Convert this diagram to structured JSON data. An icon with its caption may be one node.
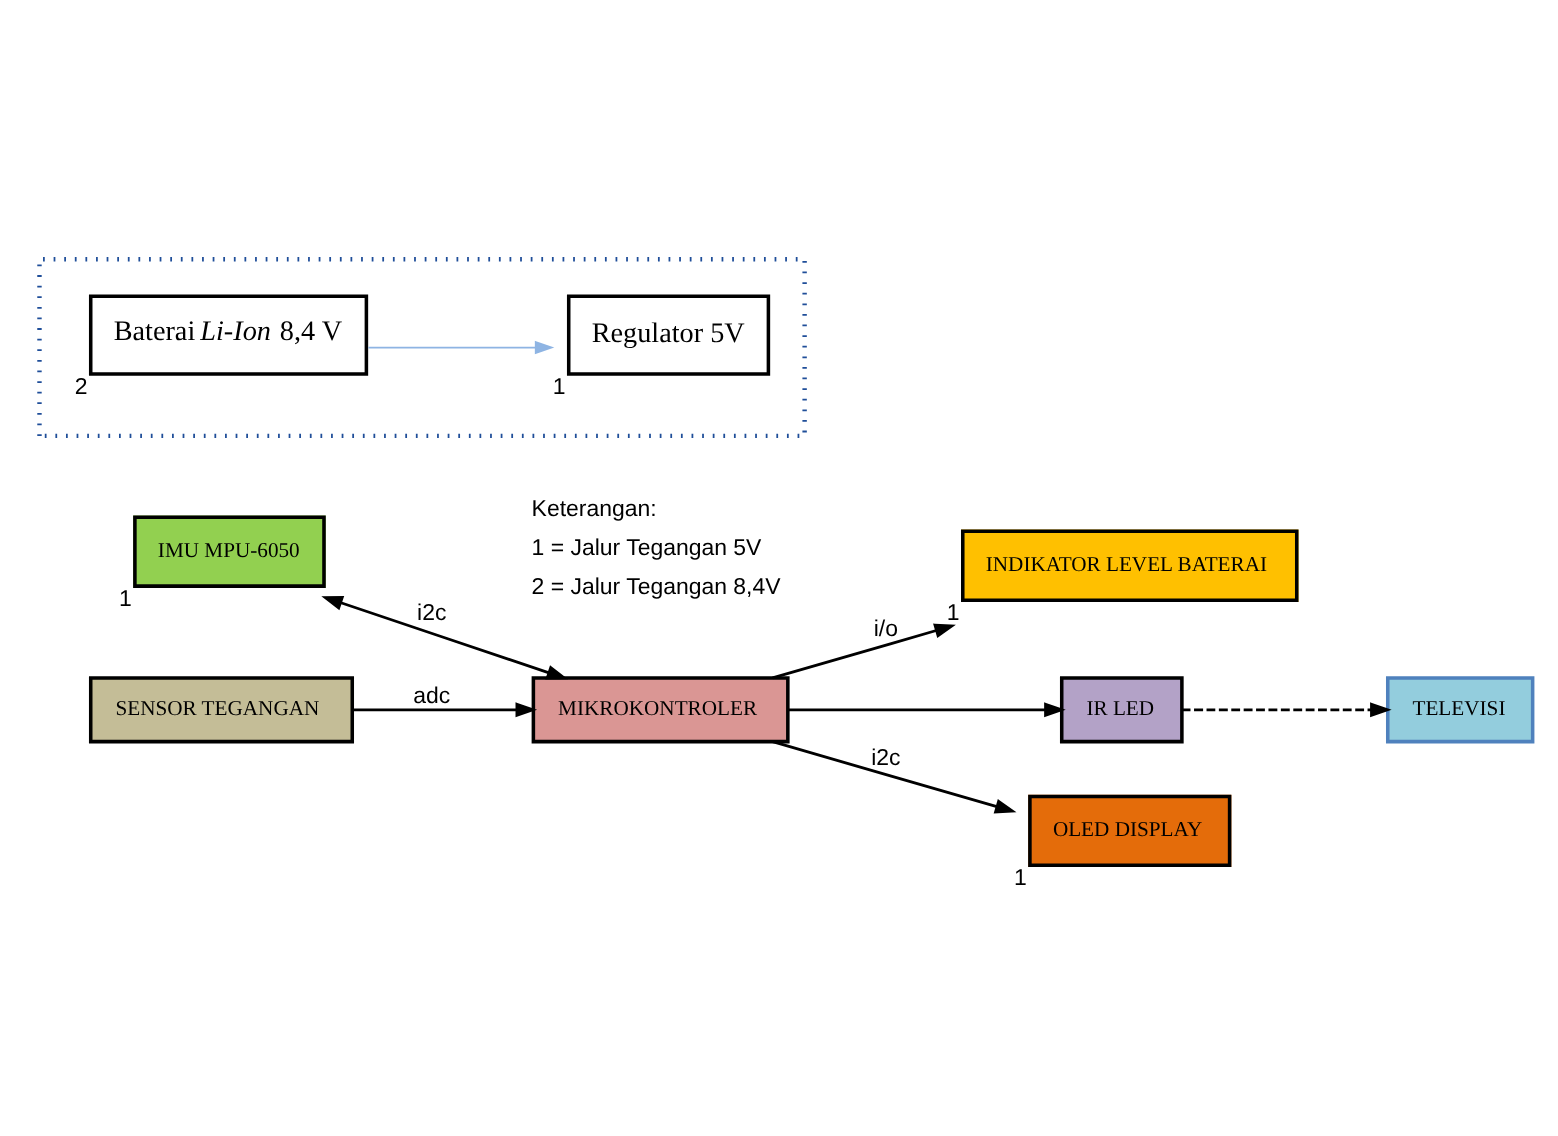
{
  "diagram": {
    "nodes": [
      {
        "text": [
          "IMU MPU-6050"
        ],
        "beside": [
          "1"
        ]
      },
      {
        "text": [
          "MIKROKONTROLER"
        ]
      },
      {
        "text": [
          "INDIKATOR LEVEL BATERAI"
        ],
        "beside": [
          "1"
        ]
      },
      {
        "text": [
          "IR LED"
        ]
      },
      {
        "text": [
          "TELEVISI"
        ]
      },
      {
        "text": [
          "SENSOR TEGANGAN"
        ]
      },
      {
        "text": [
          "OLED DISPLAY"
        ],
        "beside": [
          "1"
        ]
      },
      {
        "text": [],
        "shape": "box"
      },
      {
        "text": [
          "Baterai *Li-Ion* 8,4 V"
        ],
        "in": 7,
        "beside": [
          "2"
        ]
      },
      {
        "text": [
          "Regulator 5V"
        ],
        "in": 7,
        "beside": [
          "1"
        ]
      }
    ],
    "edges": [
      {
        "from": 0,
        "to": 1,
        "arrow": "both",
        "label": "i2c"
      },
      {
        "from": 1,
        "to": 2,
        "arrow": "to",
        "label": "i/o"
      },
      {
        "from": 1,
        "to": 3,
        "arrow": "to"
      },
      {
        "from": 3,
        "to": 4,
        "arrow": "to",
        "style": "dashed"
      },
      {
        "from": 5,
        "to": 1,
        "arrow": "to",
        "label": "adc"
      },
      {
        "from": 1,
        "to": 6,
        "arrow": "to",
        "label": "i2c"
      },
      {
        "from": 8,
        "to": 9,
        "arrow": "to",
        "color": "#8eb4e3"
      }
    ],
    "labels": [
      "Keterangan:",
      "1 = Jalur Tegangan 5V",
      "2 = Jalur Tegangan 8,4V"
    ]
  }
}
